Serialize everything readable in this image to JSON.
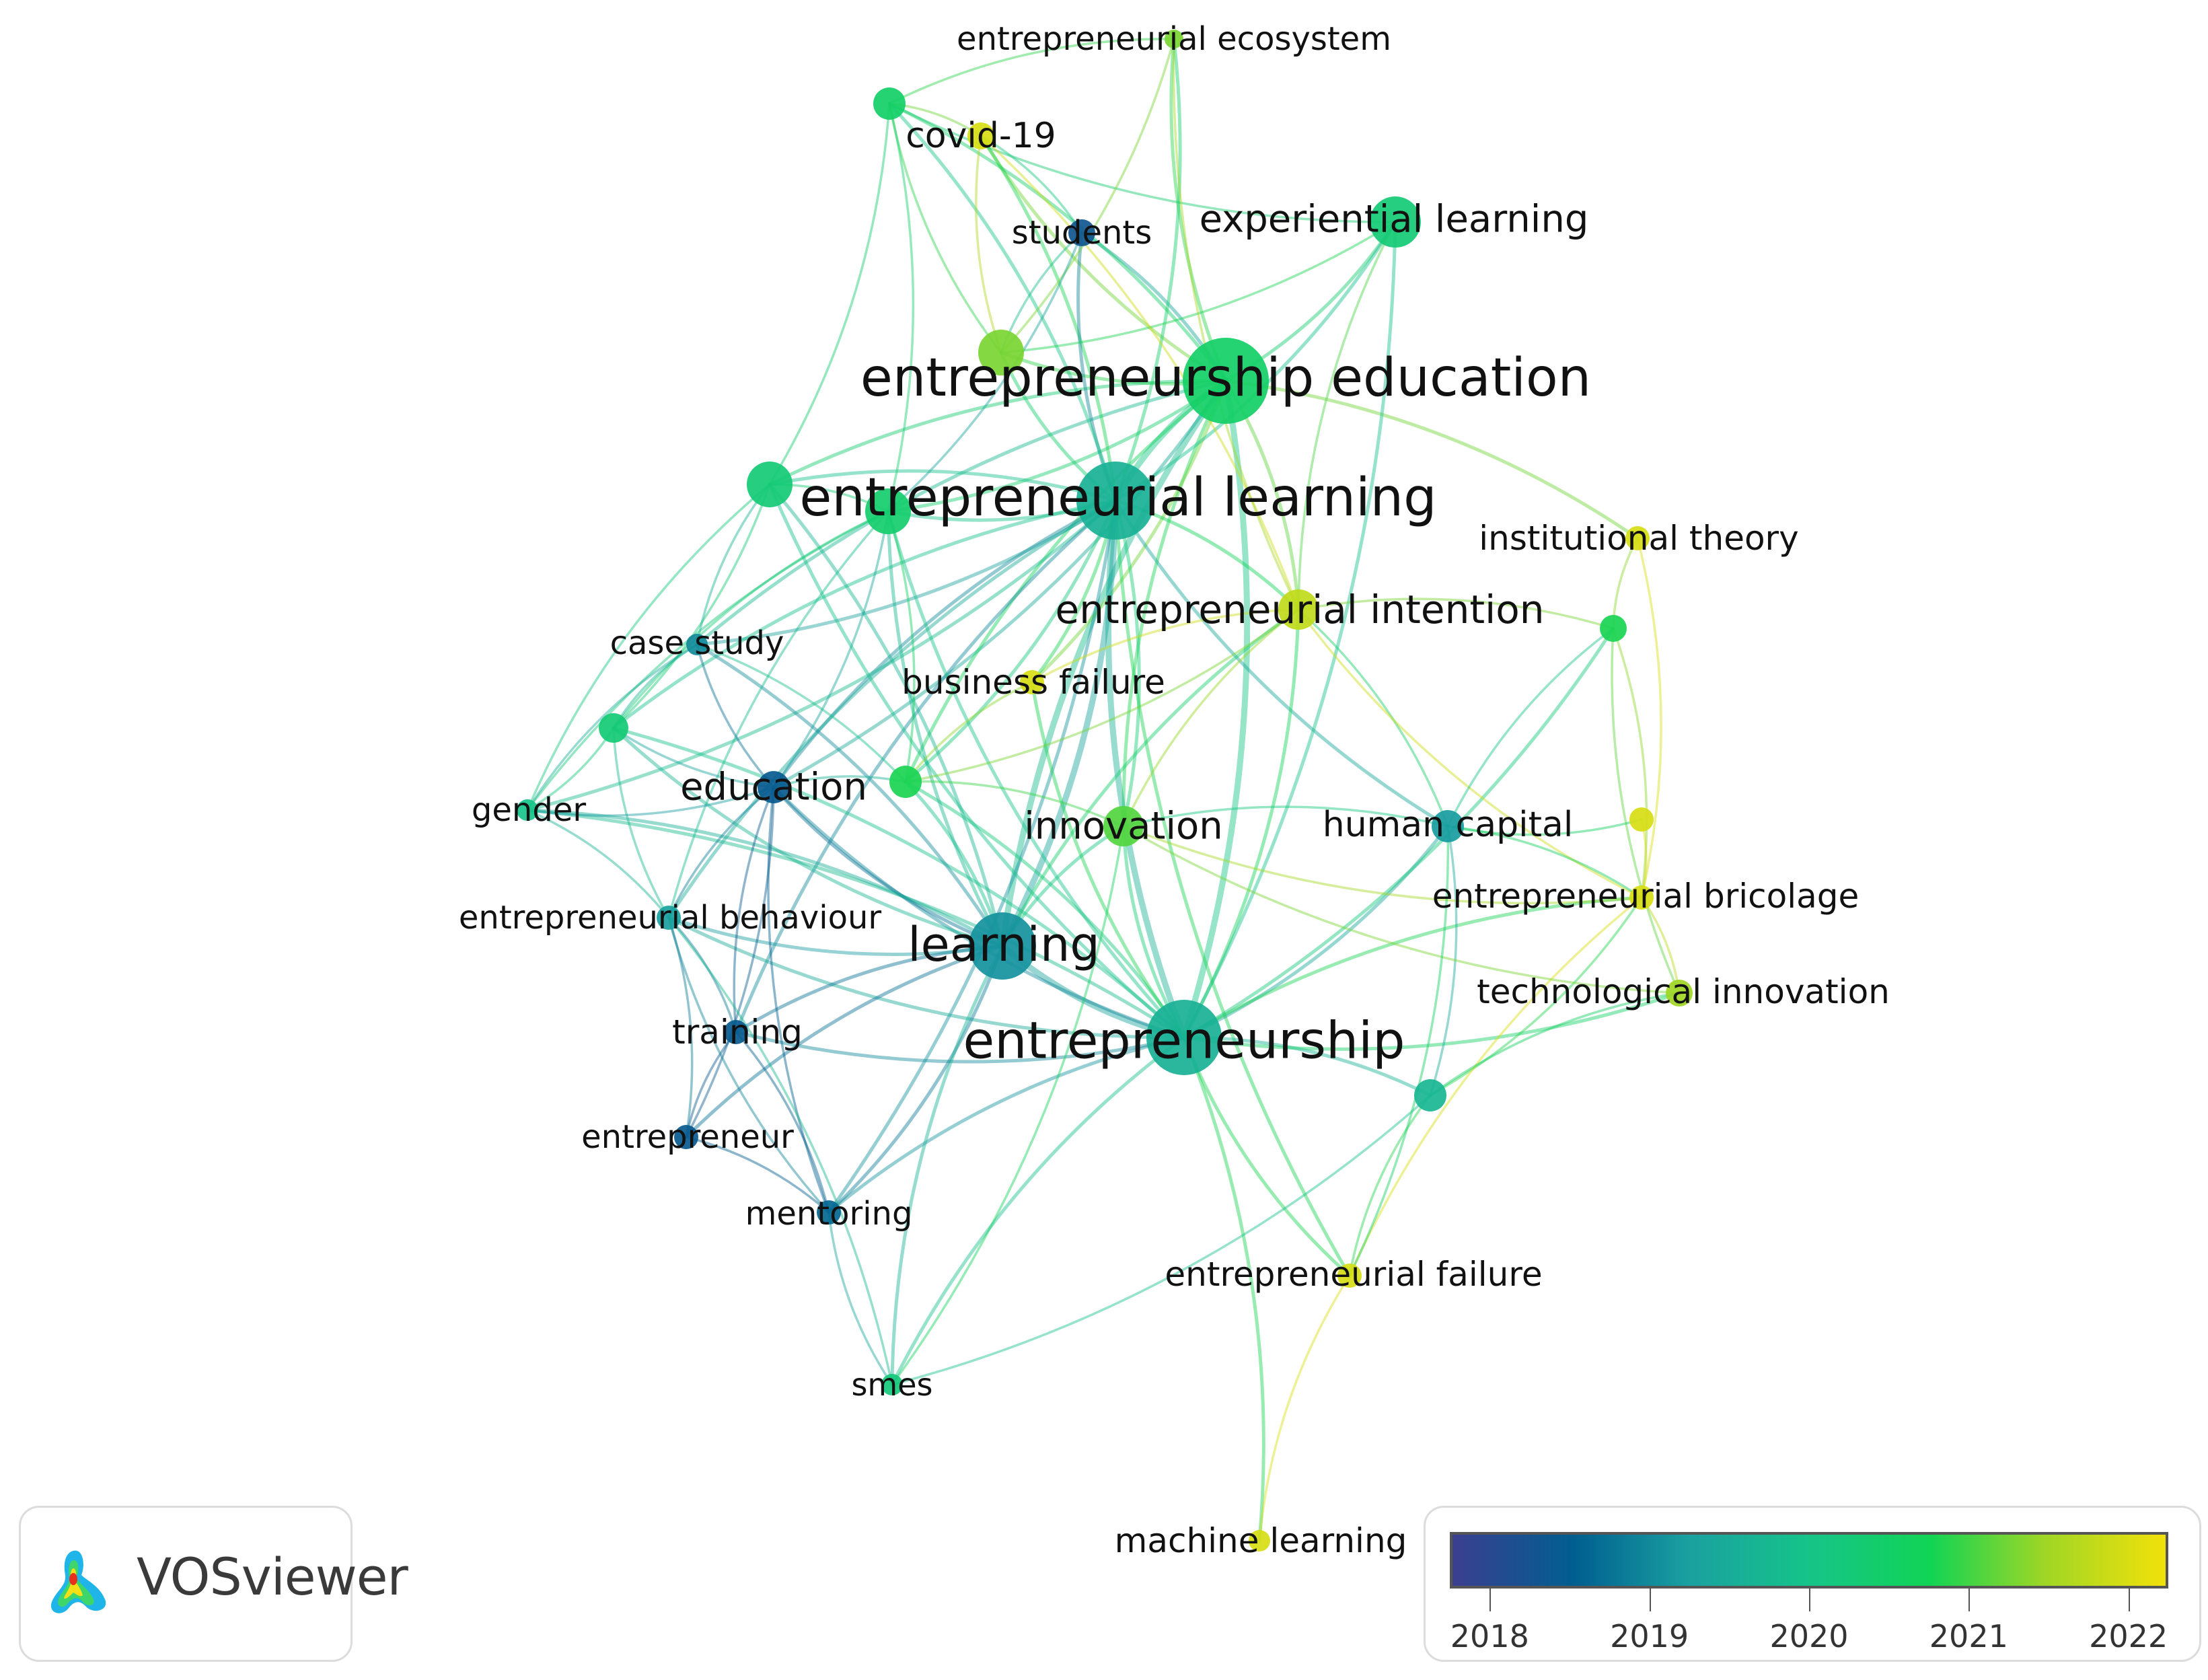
{
  "app": {
    "name": "VOSviewer"
  },
  "network": {
    "nodes": [
      {
        "id": "ent_ecosystem",
        "label": "entrepreneurial ecosystem",
        "year": 2021.3
      },
      {
        "id": "covid",
        "label": "covid-19",
        "year": 2022.0
      },
      {
        "id": "unlab_top",
        "label": "",
        "year": 2020.5
      },
      {
        "id": "students",
        "label": "students",
        "year": 2018.3
      },
      {
        "id": "experiential",
        "label": "experiential learning",
        "year": 2020.3
      },
      {
        "id": "unlab_lime",
        "label": "",
        "year": 2021.3
      },
      {
        "id": "ent_education",
        "label": "entrepreneurship education",
        "year": 2020.5
      },
      {
        "id": "unlab_left",
        "label": "",
        "year": 2020.3
      },
      {
        "id": "ent_learning",
        "label": "entrepreneurial learning",
        "year": 2019.6
      },
      {
        "id": "unlab_el_left",
        "label": "",
        "year": 2020.4
      },
      {
        "id": "institutional",
        "label": "institutional theory",
        "year": 2022.0
      },
      {
        "id": "ent_intention",
        "label": "entrepreneurial intention",
        "year": 2021.8
      },
      {
        "id": "unlab_right",
        "label": "",
        "year": 2020.8
      },
      {
        "id": "case_study",
        "label": "case study",
        "year": 2019.0
      },
      {
        "id": "business_failure",
        "label": "business failure",
        "year": 2022.0
      },
      {
        "id": "unlab_mid_left",
        "label": "",
        "year": 2020.3
      },
      {
        "id": "gender",
        "label": "gender",
        "year": 2020.0
      },
      {
        "id": "education",
        "label": "education",
        "year": 2018.4
      },
      {
        "id": "unlab_center",
        "label": "",
        "year": 2020.8
      },
      {
        "id": "innovation",
        "label": "innovation",
        "year": 2021.1
      },
      {
        "id": "human_capital",
        "label": "human capital",
        "year": 2019.2
      },
      {
        "id": "unlab_yellow",
        "label": "",
        "year": 2022.0
      },
      {
        "id": "ent_bricolage",
        "label": "entrepreneurial bricolage",
        "year": 2022.0
      },
      {
        "id": "ent_behaviour",
        "label": "entrepreneurial behaviour",
        "year": 2019.3
      },
      {
        "id": "learning",
        "label": "learning",
        "year": 2019.1
      },
      {
        "id": "tech_innovation",
        "label": "technological innovation",
        "year": 2021.5
      },
      {
        "id": "training",
        "label": "training",
        "year": 2018.4
      },
      {
        "id": "entrepreneurship",
        "label": "entrepreneurship",
        "year": 2019.6
      },
      {
        "id": "unlab_teal",
        "label": "",
        "year": 2019.7
      },
      {
        "id": "entrepreneur",
        "label": "entrepreneur",
        "year": 2018.4
      },
      {
        "id": "mentoring",
        "label": "mentoring",
        "year": 2018.6
      },
      {
        "id": "ent_failure",
        "label": "entrepreneurial failure",
        "year": 2022.0
      },
      {
        "id": "smes",
        "label": "smes",
        "year": 2020.2
      },
      {
        "id": "machine_learning",
        "label": "machine learning",
        "year": 2022.0
      }
    ],
    "edges": [
      [
        "ent_education",
        "ent_learning"
      ],
      [
        "ent_education",
        "entrepreneurship"
      ],
      [
        "ent_education",
        "experiential"
      ],
      [
        "ent_education",
        "ent_intention"
      ],
      [
        "ent_education",
        "learning"
      ],
      [
        "ent_education",
        "covid"
      ],
      [
        "ent_education",
        "students"
      ],
      [
        "ent_education",
        "ent_ecosystem"
      ],
      [
        "ent_education",
        "unlab_top"
      ],
      [
        "ent_education",
        "unlab_lime"
      ],
      [
        "ent_education",
        "unlab_left"
      ],
      [
        "ent_education",
        "unlab_el_left"
      ],
      [
        "ent_education",
        "innovation"
      ],
      [
        "ent_education",
        "institutional"
      ],
      [
        "ent_education",
        "case_study"
      ],
      [
        "ent_education",
        "education"
      ],
      [
        "ent_education",
        "unlab_center"
      ],
      [
        "ent_education",
        "business_failure"
      ],
      [
        "ent_learning",
        "entrepreneurship"
      ],
      [
        "ent_learning",
        "learning"
      ],
      [
        "ent_learning",
        "experiential"
      ],
      [
        "ent_learning",
        "ent_intention"
      ],
      [
        "ent_learning",
        "covid"
      ],
      [
        "ent_learning",
        "students"
      ],
      [
        "ent_learning",
        "unlab_left"
      ],
      [
        "ent_learning",
        "unlab_el_left"
      ],
      [
        "ent_learning",
        "unlab_top"
      ],
      [
        "ent_learning",
        "unlab_lime"
      ],
      [
        "ent_learning",
        "human_capital"
      ],
      [
        "ent_learning",
        "innovation"
      ],
      [
        "ent_learning",
        "education"
      ],
      [
        "ent_learning",
        "case_study"
      ],
      [
        "ent_learning",
        "unlab_mid_left"
      ],
      [
        "ent_learning",
        "gender"
      ],
      [
        "ent_learning",
        "ent_behaviour"
      ],
      [
        "ent_learning",
        "unlab_center"
      ],
      [
        "ent_learning",
        "ent_failure"
      ],
      [
        "ent_learning",
        "mentoring"
      ],
      [
        "ent_learning",
        "training"
      ],
      [
        "ent_learning",
        "business_failure"
      ],
      [
        "ent_learning",
        "ent_ecosystem"
      ],
      [
        "entrepreneurship",
        "learning"
      ],
      [
        "entrepreneurship",
        "human_capital"
      ],
      [
        "entrepreneurship",
        "unlab_teal"
      ],
      [
        "entrepreneurship",
        "ent_failure"
      ],
      [
        "entrepreneurship",
        "machine_learning"
      ],
      [
        "entrepreneurship",
        "smes"
      ],
      [
        "entrepreneurship",
        "innovation"
      ],
      [
        "entrepreneurship",
        "ent_intention"
      ],
      [
        "entrepreneurship",
        "ent_bricolage"
      ],
      [
        "entrepreneurship",
        "tech_innovation"
      ],
      [
        "entrepreneurship",
        "education"
      ],
      [
        "entrepreneurship",
        "mentoring"
      ],
      [
        "entrepreneurship",
        "training"
      ],
      [
        "entrepreneurship",
        "unlab_center"
      ],
      [
        "entrepreneurship",
        "unlab_el_left"
      ],
      [
        "entrepreneurship",
        "unlab_mid_left"
      ],
      [
        "entrepreneurship",
        "ent_behaviour"
      ],
      [
        "entrepreneurship",
        "gender"
      ],
      [
        "entrepreneurship",
        "unlab_left"
      ],
      [
        "entrepreneurship",
        "experiential"
      ],
      [
        "entrepreneurship",
        "business_failure"
      ],
      [
        "entrepreneurship",
        "unlab_right"
      ],
      [
        "learning",
        "education"
      ],
      [
        "learning",
        "training"
      ],
      [
        "learning",
        "mentoring"
      ],
      [
        "learning",
        "entrepreneur"
      ],
      [
        "learning",
        "ent_behaviour"
      ],
      [
        "learning",
        "case_study"
      ],
      [
        "learning",
        "unlab_mid_left"
      ],
      [
        "learning",
        "gender"
      ],
      [
        "learning",
        "innovation"
      ],
      [
        "learning",
        "unlab_center"
      ],
      [
        "learning",
        "unlab_el_left"
      ],
      [
        "learning",
        "smes"
      ],
      [
        "learning",
        "ent_intention"
      ],
      [
        "learning",
        "unlab_left"
      ],
      [
        "experiential",
        "unlab_top"
      ],
      [
        "experiential",
        "ent_intention"
      ],
      [
        "experiential",
        "unlab_lime"
      ],
      [
        "covid",
        "unlab_top"
      ],
      [
        "covid",
        "ent_intention"
      ],
      [
        "covid",
        "unlab_lime"
      ],
      [
        "covid",
        "students"
      ],
      [
        "ent_ecosystem",
        "unlab_top"
      ],
      [
        "ent_ecosystem",
        "unlab_lime"
      ],
      [
        "ent_ecosystem",
        "ent_intention"
      ],
      [
        "unlab_top",
        "unlab_left"
      ],
      [
        "unlab_top",
        "unlab_lime"
      ],
      [
        "unlab_top",
        "unlab_el_left"
      ],
      [
        "students",
        "unlab_lime"
      ],
      [
        "students",
        "unlab_el_left"
      ],
      [
        "unlab_left",
        "gender"
      ],
      [
        "unlab_left",
        "unlab_mid_left"
      ],
      [
        "unlab_left",
        "case_study"
      ],
      [
        "unlab_left",
        "unlab_el_left"
      ],
      [
        "unlab_el_left",
        "unlab_mid_left"
      ],
      [
        "unlab_el_left",
        "education"
      ],
      [
        "unlab_el_left",
        "ent_behaviour"
      ],
      [
        "unlab_el_left",
        "unlab_center"
      ],
      [
        "unlab_el_left",
        "gender"
      ],
      [
        "unlab_mid_left",
        "gender"
      ],
      [
        "unlab_mid_left",
        "education"
      ],
      [
        "unlab_mid_left",
        "case_study"
      ],
      [
        "unlab_mid_left",
        "ent_behaviour"
      ],
      [
        "gender",
        "ent_behaviour"
      ],
      [
        "gender",
        "education"
      ],
      [
        "gender",
        "case_study"
      ],
      [
        "education",
        "training"
      ],
      [
        "education",
        "case_study"
      ],
      [
        "education",
        "ent_behaviour"
      ],
      [
        "education",
        "entrepreneur"
      ],
      [
        "education",
        "mentoring"
      ],
      [
        "education",
        "unlab_center"
      ],
      [
        "training",
        "entrepreneur"
      ],
      [
        "training",
        "mentoring"
      ],
      [
        "training",
        "ent_behaviour"
      ],
      [
        "entrepreneur",
        "mentoring"
      ],
      [
        "ent_behaviour",
        "mentoring"
      ],
      [
        "ent_behaviour",
        "smes"
      ],
      [
        "mentoring",
        "smes"
      ],
      [
        "ent_behaviour",
        "entrepreneur"
      ],
      [
        "ent_intention",
        "innovation"
      ],
      [
        "ent_intention",
        "human_capital"
      ],
      [
        "ent_intention",
        "ent_bricolage"
      ],
      [
        "ent_intention",
        "unlab_center"
      ],
      [
        "ent_intention",
        "business_failure"
      ],
      [
        "ent_intention",
        "unlab_right"
      ],
      [
        "institutional",
        "unlab_right"
      ],
      [
        "institutional",
        "ent_bricolage"
      ],
      [
        "unlab_right",
        "human_capital"
      ],
      [
        "unlab_right",
        "ent_bricolage"
      ],
      [
        "unlab_right",
        "tech_innovation"
      ],
      [
        "human_capital",
        "unlab_teal"
      ],
      [
        "human_capital",
        "unlab_yellow"
      ],
      [
        "human_capital",
        "ent_bricolage"
      ],
      [
        "human_capital",
        "innovation"
      ],
      [
        "ent_bricolage",
        "tech_innovation"
      ],
      [
        "ent_bricolage",
        "unlab_yellow"
      ],
      [
        "ent_bricolage",
        "unlab_teal"
      ],
      [
        "ent_bricolage",
        "ent_failure"
      ],
      [
        "ent_bricolage",
        "innovation"
      ],
      [
        "tech_innovation",
        "unlab_teal"
      ],
      [
        "tech_innovation",
        "innovation"
      ],
      [
        "ent_failure",
        "machine_learning"
      ],
      [
        "ent_failure",
        "unlab_teal"
      ],
      [
        "innovation",
        "unlab_center"
      ],
      [
        "innovation",
        "smes"
      ],
      [
        "business_failure",
        "unlab_center"
      ],
      [
        "unlab_teal",
        "smes"
      ],
      [
        "unlab_center",
        "case_study"
      ],
      [
        "human_capital",
        "ent_failure"
      ]
    ]
  },
  "overlay_legend": {
    "ticks": [
      "2018",
      "2019",
      "2020",
      "2021",
      "2022"
    ],
    "range": [
      2017.75,
      2022.25
    ],
    "gradient_colors": [
      "#3b3f8f",
      "#005e8f",
      "#1aa0a0",
      "#16c489",
      "#11d455",
      "#9fd625",
      "#f2e10a"
    ]
  }
}
